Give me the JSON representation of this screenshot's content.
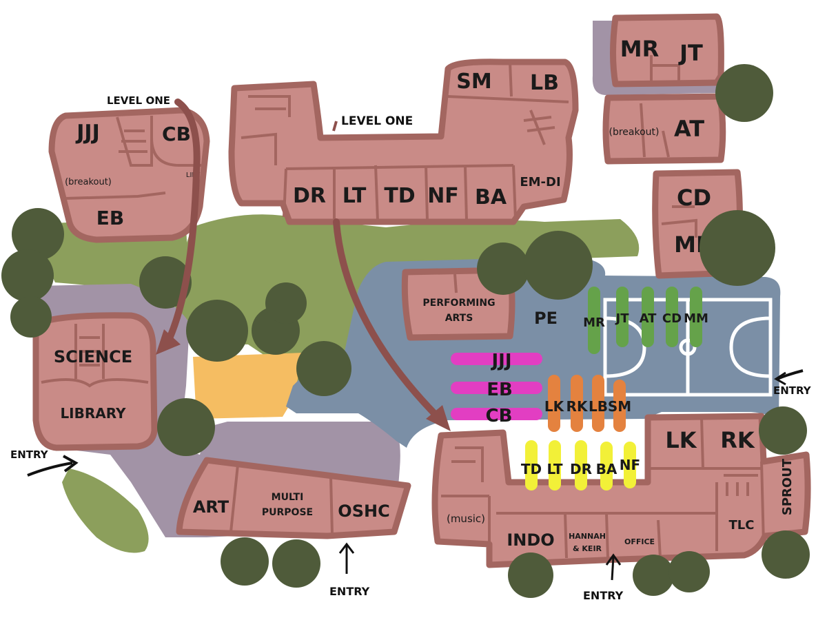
{
  "colors": {
    "building": "#c98b87",
    "building_outline": "#a36660",
    "grass": "#8c9f5c",
    "court": "#7b8fa6",
    "path": "#a293a6",
    "sandpit": "#f5bd62",
    "tree": "#4f5b3a",
    "arrow": "#8d504c",
    "pill_magenta": "#e23ec2",
    "pill_orange": "#e4823f",
    "pill_green": "#65a24a",
    "pill_yellow": "#f2f038"
  },
  "annotations": {
    "level_one_left": "LEVEL ONE",
    "level_one_center": "LEVEL ONE",
    "entry_left": "ENTRY",
    "entry_bottom_mid": "ENTRY",
    "entry_bottom_right": "ENTRY",
    "entry_right": "ENTRY"
  },
  "buildings": {
    "top_left": {
      "rooms": [
        "JJJ",
        "CB",
        "EB"
      ],
      "breakout": "(breakout)",
      "lift": "LIFT"
    },
    "top_center": {
      "rooms": [
        "SM",
        "LB",
        "DR",
        "LT",
        "TD",
        "NF",
        "BA",
        "EM-DI"
      ]
    },
    "top_right": {
      "rooms": [
        "MR",
        "JT"
      ]
    },
    "right_at": {
      "rooms": [
        "AT"
      ],
      "breakout": "(breakout)"
    },
    "right_cd": {
      "rooms": [
        "CD",
        "MM"
      ]
    },
    "science": {
      "rooms": [
        "SCIENCE",
        "LIBRARY"
      ]
    },
    "performing_arts": {
      "line1": "PERFORMING",
      "line2": "ARTS"
    },
    "art_block": {
      "rooms": [
        "ART",
        "OSHC"
      ],
      "multi_line1": "MULTI",
      "multi_line2": "PURPOSE"
    },
    "bottom_right": {
      "rooms": [
        "LK",
        "RK",
        "INDO",
        "TLC",
        "SPROUT"
      ],
      "music": "(music)",
      "hannah_line1": "HANNAH",
      "hannah_line2": "& KEIR",
      "office": "OFFICE"
    }
  },
  "court": {
    "label": "PE"
  },
  "class_markers": {
    "magenta": [
      "JJJ",
      "EB",
      "CB"
    ],
    "orange": [
      "LK",
      "RK",
      "LB",
      "SM"
    ],
    "green": [
      "MR",
      "JT",
      "AT",
      "CD",
      "MM"
    ],
    "yellow": [
      "TD",
      "LT",
      "DR",
      "BA",
      "NF"
    ]
  },
  "icons": [
    "tree-icon",
    "arrow-icon"
  ]
}
